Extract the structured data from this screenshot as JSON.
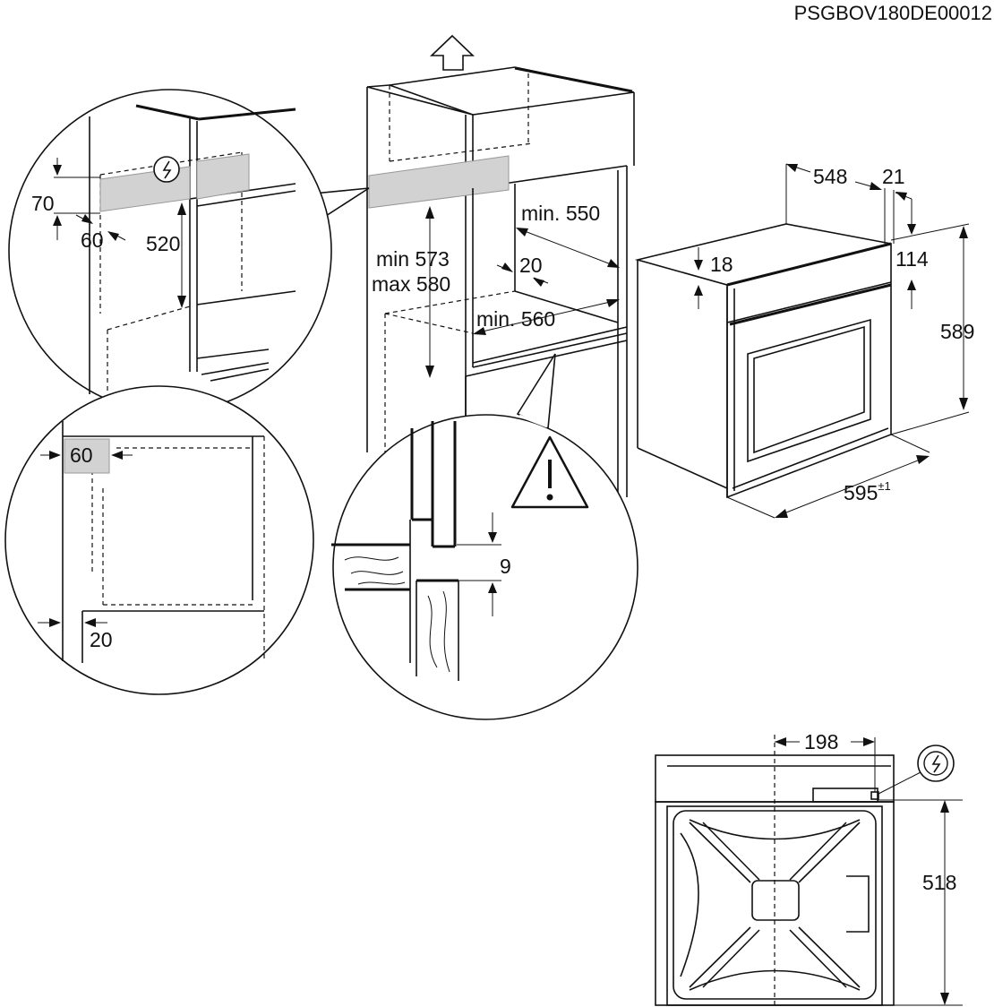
{
  "document_code": "PSGBOV180DE00012",
  "icons": {
    "up_arrow": "up-arrow-icon",
    "electric": "electric-connection-icon",
    "warning": "warning-icon"
  },
  "cabinet_dims": {
    "min_height": "min 573",
    "max_height": "max 580",
    "min_width_top": "min. 550",
    "gap_20": "20",
    "min_width_bottom": "min. 560"
  },
  "detail_top": {
    "d70": "70",
    "d60": "60",
    "d520": "520"
  },
  "detail_side": {
    "d60": "60",
    "d20": "20"
  },
  "detail_floor": {
    "d9": "9"
  },
  "oven_dims": {
    "depth": "548",
    "front": "21",
    "panel": "114",
    "top": "18",
    "height": "589",
    "width": "595",
    "width_tol": "±1"
  },
  "top_view": {
    "d198": "198",
    "d518": "518"
  }
}
